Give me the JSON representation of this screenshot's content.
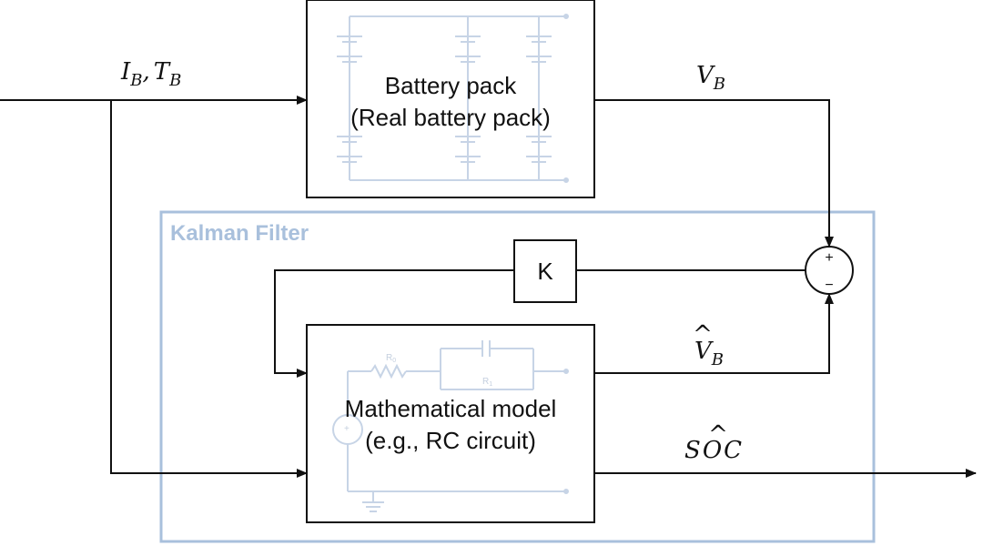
{
  "inputs": {
    "current": "I",
    "current_sub": "B",
    "separator": ",",
    "temperature": "T",
    "temperature_sub": "B"
  },
  "battery_pack": {
    "line1": "Battery pack",
    "line2": "(Real battery pack)"
  },
  "measured_voltage": {
    "symbol": "V",
    "sub": "B"
  },
  "kalman_filter": {
    "title": "Kalman Filter"
  },
  "gain_block": {
    "label": "K"
  },
  "summing_junction": {
    "plus": "+",
    "minus": "−"
  },
  "estimated_voltage": {
    "symbol": "V",
    "hat": "^",
    "sub": "B"
  },
  "model_block": {
    "line1": "Mathematical model",
    "line2": "(e.g., RC circuit)",
    "circuit_labels": {
      "r0": "R",
      "r0_sub": "0",
      "r1": "R",
      "r1_sub": "1",
      "source": "+"
    }
  },
  "soc_output": {
    "s": "S",
    "o": "O",
    "hat": "^",
    "c": "C"
  },
  "colors": {
    "line": "#111111",
    "kalman_border": "#a9c0dc",
    "faint_circuit": "#c7d4e6"
  }
}
